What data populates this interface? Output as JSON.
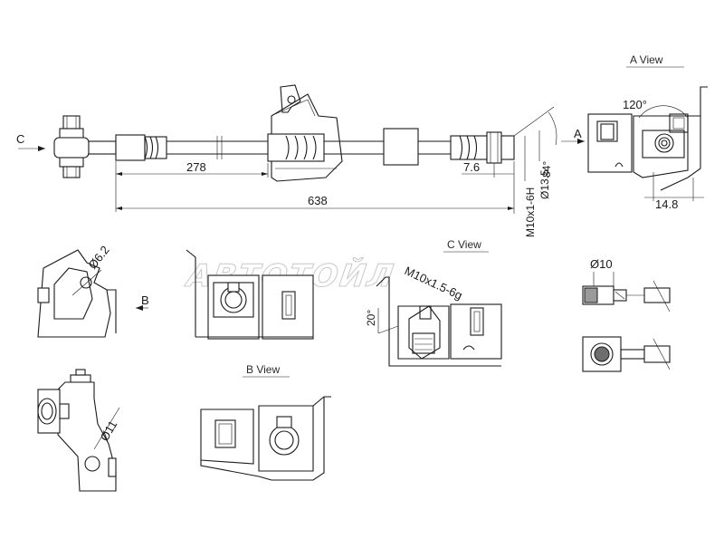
{
  "watermark": "АВТОТОЙЛ",
  "views": {
    "a_view_title": "A View",
    "b_view_title": "B View",
    "c_view_title": "C View"
  },
  "markers": {
    "c": "C",
    "a": "A",
    "b": "B"
  },
  "dimensions": {
    "len_278": "278",
    "len_638": "638",
    "len_7_6": "7.6",
    "thread_m10": "M10x1-6H",
    "dia_13_5": "Ø13.5",
    "angle_84": "84°",
    "angle_120": "120°",
    "width_14_8": "14.8",
    "dia_6_2": "Ø6.2",
    "dia_11": "Ø11",
    "thread_m10_1_5": "M10x1.5-6g",
    "angle_20": "20°",
    "dia_10": "Ø10"
  }
}
